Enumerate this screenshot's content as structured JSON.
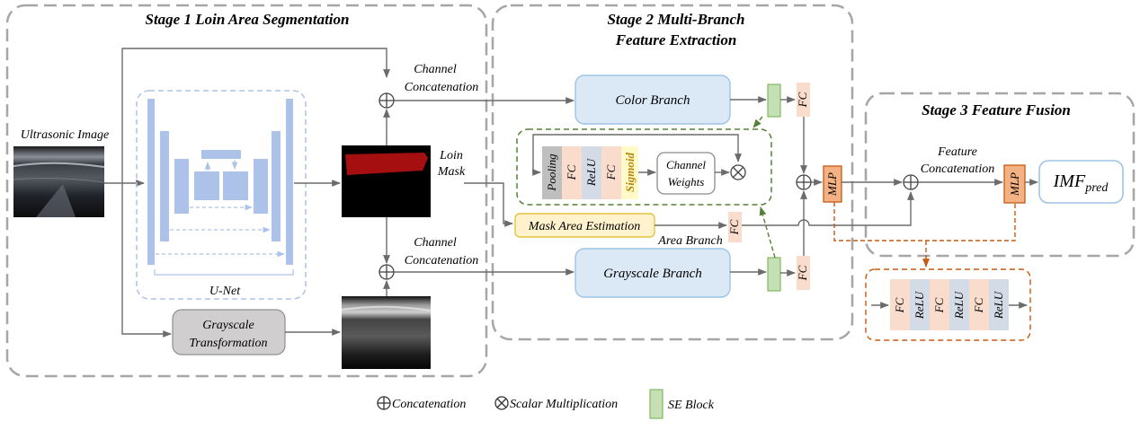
{
  "stages": {
    "stage1_title": "Stage 1 Loin Area Segmentation",
    "stage2_title_line1": "Stage 2 Multi-Branch",
    "stage2_title_line2": "Feature Extraction",
    "stage3_title": "Stage 3 Feature Fusion"
  },
  "stage1": {
    "input_label": "Ultrasonic Image",
    "unet_label": "U-Net",
    "grayscale_transform_line1": "Grayscale",
    "grayscale_transform_line2": "Transformation",
    "mask_label_line1": "Loin",
    "mask_label_line2": "Mask",
    "channel_concat_top_line1": "Channel",
    "channel_concat_top_line2": "Concatenation",
    "channel_concat_bottom_line1": "Channel",
    "channel_concat_bottom_line2": "Concatenation"
  },
  "stage2": {
    "color_branch": "Color Branch",
    "grayscale_branch": "Grayscale Branch",
    "mask_area_estimation": "Mask Area Estimation",
    "area_branch": "Area Branch",
    "fc": "FC",
    "se_layers": [
      "Pooling",
      "FC",
      "ReLU",
      "FC",
      "Sigmoid"
    ],
    "channel_weights_line1": "Channel",
    "channel_weights_line2": "Weights"
  },
  "stage3": {
    "feature_concat_line1": "Feature",
    "feature_concat_line2": "Concatenation",
    "mlp": "MLP",
    "output_main": "IMF",
    "output_sub": "pred",
    "mlp_layers": [
      "FC",
      "ReLU",
      "FC",
      "ReLU",
      "FC",
      "ReLU"
    ]
  },
  "legend": {
    "concatenation": "Concatenation",
    "scalar_multiplication": "Scalar Multiplication",
    "se_block": "SE Block"
  },
  "colors": {
    "unet_blue": "#adc2e8",
    "branch_fill": "#dbe9f7",
    "branch_stroke": "#9cc3e6",
    "fc_fill": "#f9dccb",
    "relu_fill": "#d3dbe6",
    "pooling_fill": "#bfbfbf",
    "sigmoid_fill": "#fefbc9",
    "se_fill": "#c5e0b4",
    "se_stroke": "#70ad47",
    "mlp_fill": "#f4b183",
    "mlp_stroke": "#c55a11",
    "mask_est_fill": "#fff2cc",
    "mask_est_stroke": "#e6c33d",
    "gray_box_fill": "#d0cece",
    "output_stroke": "#9dc3e6",
    "stage_border": "#a6a6a6",
    "mask_red": "#a50f0f"
  }
}
